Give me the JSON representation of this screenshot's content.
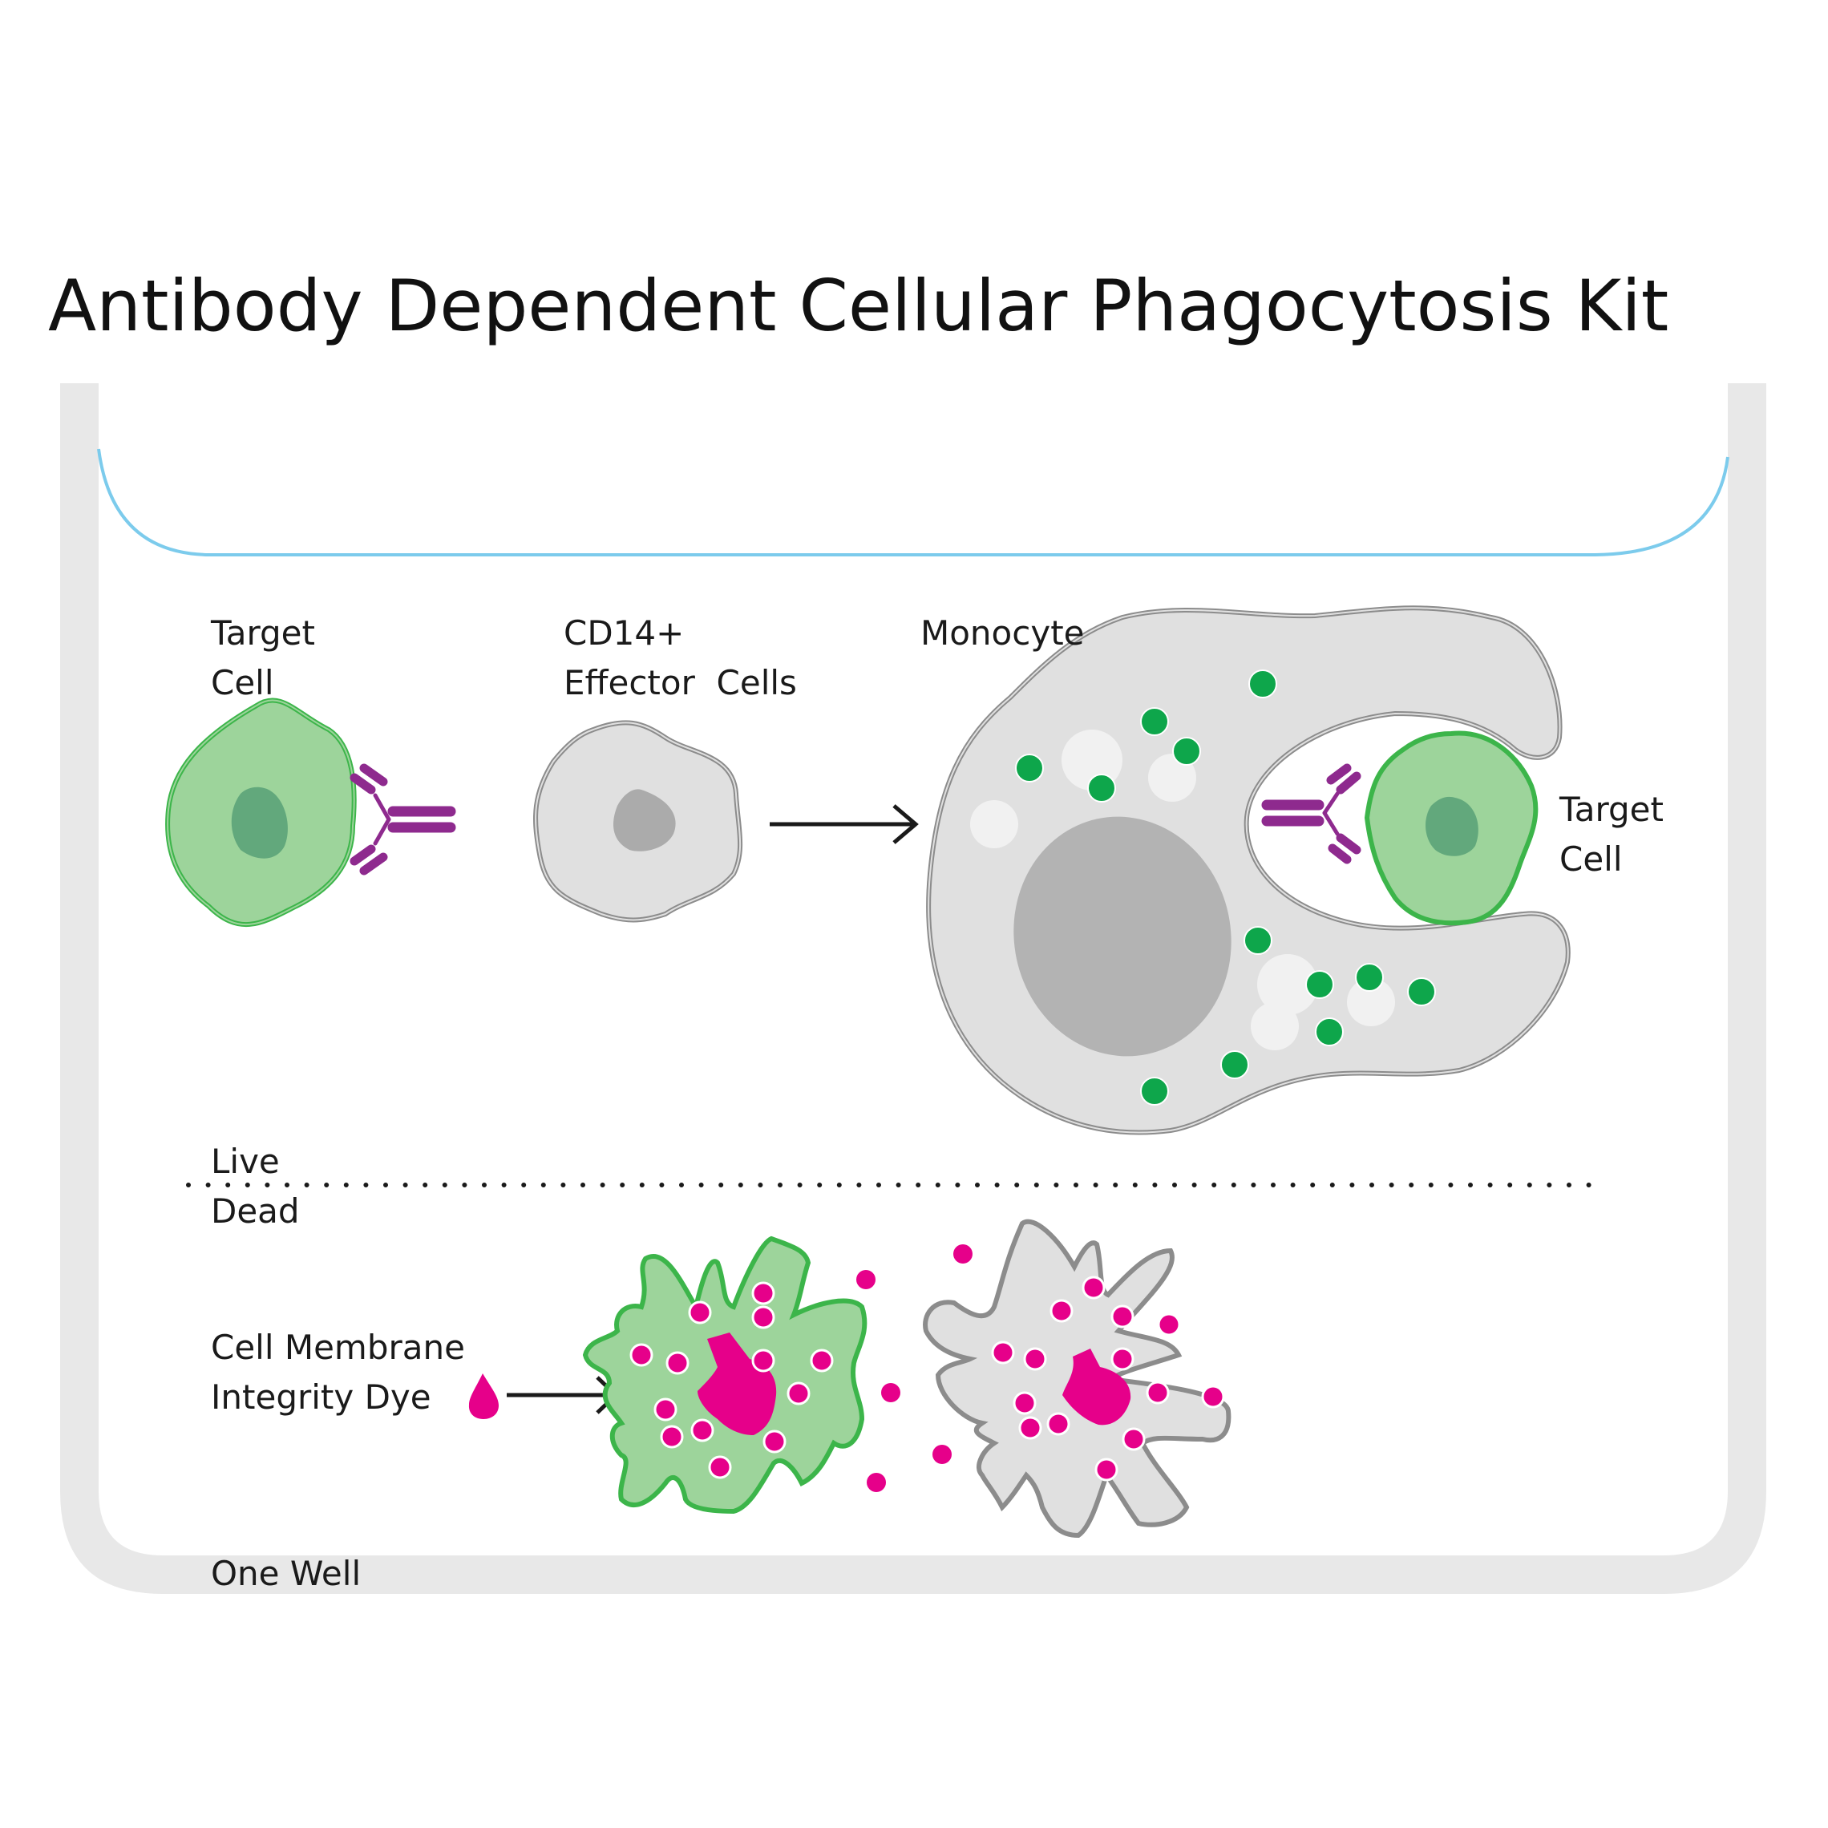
{
  "title": "Antibody Dependent Cellular Phagocytosis Kit",
  "labels": {
    "target_cell_left": {
      "line1": "Target",
      "line2": "Cell"
    },
    "effector": {
      "line1": "CD14+",
      "line2": "Effector  Cells"
    },
    "monocyte": "Monocyte",
    "target_cell_right": {
      "line1": "Target",
      "line2": "Cell"
    },
    "live": "Live",
    "dead": "Dead",
    "dye": {
      "line1": "Cell Membrane",
      "line2": "Integrity Dye"
    },
    "well": "One Well"
  },
  "colors": {
    "well_wall": "#e8e8e8",
    "medium_line": "#7ccbec",
    "target_fill": "#9dd49b",
    "target_stroke": "#3cb54a",
    "target_nucleus": "#62a87c",
    "antibody": "#8e2a8e",
    "effector_fill": "#e0e0e0",
    "effector_stroke": "#8c8c8c",
    "effector_nucleus": "#ababab",
    "monocyte_nucleus": "#b3b3b3",
    "green_particle": "#0ea64b",
    "dye_magenta": "#e6008a",
    "arrow": "#1a1a1a"
  }
}
